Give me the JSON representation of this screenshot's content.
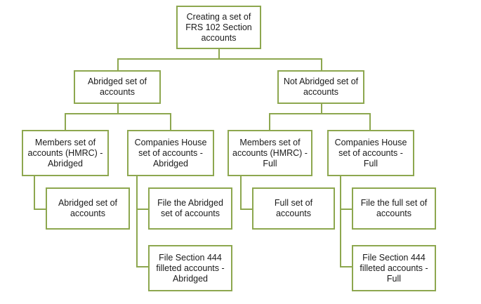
{
  "diagram": {
    "title": "Creating a set of FRS 102 Section accounts",
    "type": "flowchart",
    "orientation": "top-down",
    "colors": {
      "node_border": "#8DA74F",
      "node_fill": "#FFFFFF",
      "connector": "#8DA74F",
      "text": "#1A1A1A"
    },
    "levels": [
      {
        "level": 1,
        "nodes": [
          {
            "id": "root",
            "label": "Creating a set of FRS 102 Section accounts"
          }
        ]
      },
      {
        "level": 2,
        "nodes": [
          {
            "id": "abridged",
            "label": "Abridged set of accounts"
          },
          {
            "id": "not-abridged",
            "label": "Not Abridged set of accounts"
          }
        ]
      },
      {
        "level": 3,
        "nodes": [
          {
            "id": "members-abridged",
            "label": "Members set of accounts (HMRC) - Abridged"
          },
          {
            "id": "ch-abridged",
            "label": "Companies House set of accounts - Abridged"
          },
          {
            "id": "members-full",
            "label": "Members set of accounts (HMRC) - Full"
          },
          {
            "id": "ch-full",
            "label": "Companies House set of accounts - Full"
          }
        ]
      },
      {
        "level": 4,
        "nodes": [
          {
            "id": "leaf-abridged-set",
            "label": "Abridged set of accounts"
          },
          {
            "id": "leaf-file-abridged",
            "label": "File the Abridged set of accounts"
          },
          {
            "id": "leaf-full-set",
            "label": "Full set of accounts"
          },
          {
            "id": "leaf-file-full",
            "label": "File the full set of accounts"
          },
          {
            "id": "leaf-s444-abridged",
            "label": "File Section 444 filleted accounts - Abridged"
          },
          {
            "id": "leaf-s444-full",
            "label": "File Section 444 filleted accounts - Full"
          }
        ]
      }
    ],
    "edges": [
      {
        "from": "root",
        "to": "abridged"
      },
      {
        "from": "root",
        "to": "not-abridged"
      },
      {
        "from": "abridged",
        "to": "members-abridged"
      },
      {
        "from": "abridged",
        "to": "ch-abridged"
      },
      {
        "from": "not-abridged",
        "to": "members-full"
      },
      {
        "from": "not-abridged",
        "to": "ch-full"
      },
      {
        "from": "members-abridged",
        "to": "leaf-abridged-set"
      },
      {
        "from": "ch-abridged",
        "to": "leaf-file-abridged"
      },
      {
        "from": "ch-abridged",
        "to": "leaf-s444-abridged"
      },
      {
        "from": "members-full",
        "to": "leaf-full-set"
      },
      {
        "from": "ch-full",
        "to": "leaf-file-full"
      },
      {
        "from": "ch-full",
        "to": "leaf-s444-full"
      }
    ]
  }
}
